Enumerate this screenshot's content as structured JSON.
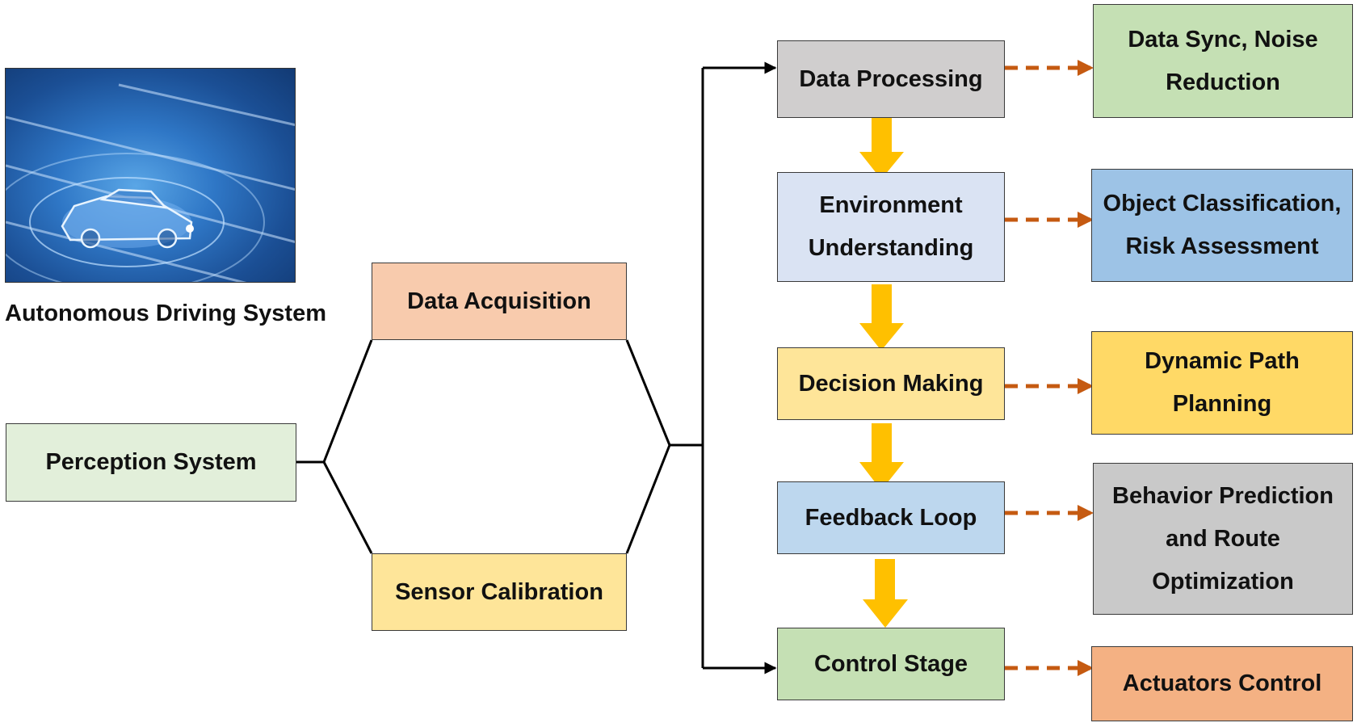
{
  "system_title": "Autonomous Driving System",
  "image": {
    "icon": "car-sensor-illustration"
  },
  "nodes": {
    "perception": {
      "label": "Perception System",
      "color": "#e2efda"
    },
    "acquisition": {
      "label": "Data Acquisition",
      "color": "#f8cbad"
    },
    "calibration": {
      "label": "Sensor Calibration",
      "color": "#fee599"
    },
    "processing": {
      "label": "Data Processing",
      "color": "#d0cece"
    },
    "environment": {
      "label": "Environment Understanding",
      "color": "#dae3f3"
    },
    "decision": {
      "label": "Decision Making",
      "color": "#fee599"
    },
    "feedback": {
      "label": "Feedback Loop",
      "color": "#bdd7ee"
    },
    "control": {
      "label": "Control Stage",
      "color": "#c5e0b4"
    }
  },
  "outputs": {
    "processing": {
      "label": "Data Sync, Noise Reduction",
      "color": "#c5e0b4"
    },
    "environment": {
      "label": "Object Classification, Risk Assessment",
      "color": "#9dc3e6"
    },
    "decision": {
      "label": "Dynamic Path Planning",
      "color": "#ffd966"
    },
    "feedback": {
      "label": "Behavior Prediction and Route Optimization",
      "color": "#c9c9c9"
    },
    "control": {
      "label": "Actuators Control",
      "color": "#f4b183"
    }
  },
  "colors": {
    "flow_arrow": "#ffc000",
    "dashed_arrow": "#c55a11",
    "line": "#000000"
  }
}
